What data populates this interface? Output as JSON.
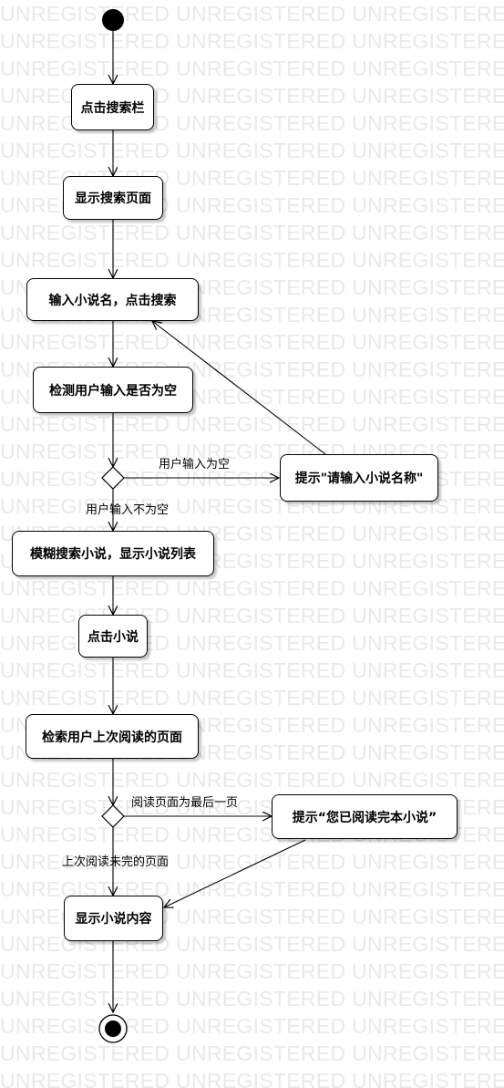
{
  "watermark_text": "UNREGISTERED",
  "nodes": {
    "click_search_bar": "点击搜索栏",
    "show_search_page": "显示搜索页面",
    "input_and_search": "输入小说名，点击搜索",
    "check_empty": "检测用户输入是否为空",
    "prompt_enter_name": "提示\"请输入小说名称\"",
    "fuzzy_search": "模糊搜索小说，显示小说列表",
    "click_novel": "点击小说",
    "retrieve_last_page": "检索用户上次阅读的页面",
    "prompt_finished": "提示“您已阅读完本小说”",
    "show_content": "显示小说内容"
  },
  "guards": {
    "input_empty": "用户输入为空",
    "input_not_empty": "用户输入不为空",
    "last_page": "阅读页面为最后一页",
    "unfinished_page": "上次阅读未完的页面"
  }
}
